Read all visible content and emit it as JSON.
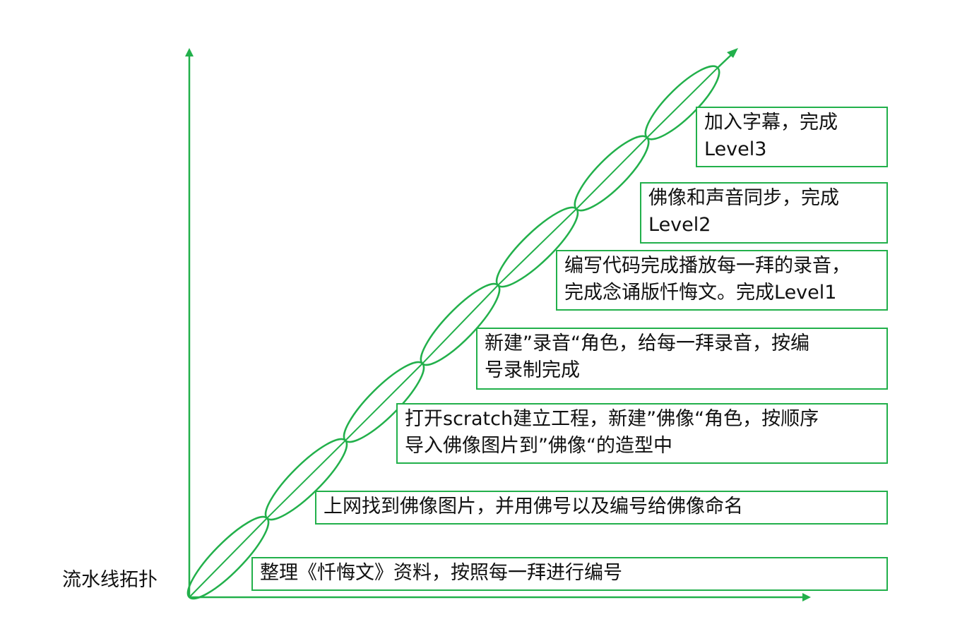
{
  "colors": {
    "accent": "#22b04b",
    "text": "#111111",
    "background": "#ffffff"
  },
  "corner_label": "流水线拓扑",
  "steps": [
    {
      "lines": [
        "整理《忏悔文》资料，按照每一拜进行编号"
      ]
    },
    {
      "lines": [
        "上网找到佛像图片，并用佛号以及编号给佛像命名"
      ]
    },
    {
      "lines": [
        "打开scratch建立工程，新建”佛像“角色，按顺序",
        "导入佛像图片到”佛像“的造型中"
      ]
    },
    {
      "lines": [
        "新建”录音“角色，给每一拜录音，按编",
        "号录制完成"
      ]
    },
    {
      "lines": [
        "编写代码完成播放每一拜的录音，",
        "完成念诵版忏悔文。完成Level1"
      ]
    },
    {
      "lines": [
        "佛像和声音同步，完成",
        "Level2"
      ]
    },
    {
      "lines": [
        "加入字幕，完成",
        "Level3"
      ]
    }
  ]
}
